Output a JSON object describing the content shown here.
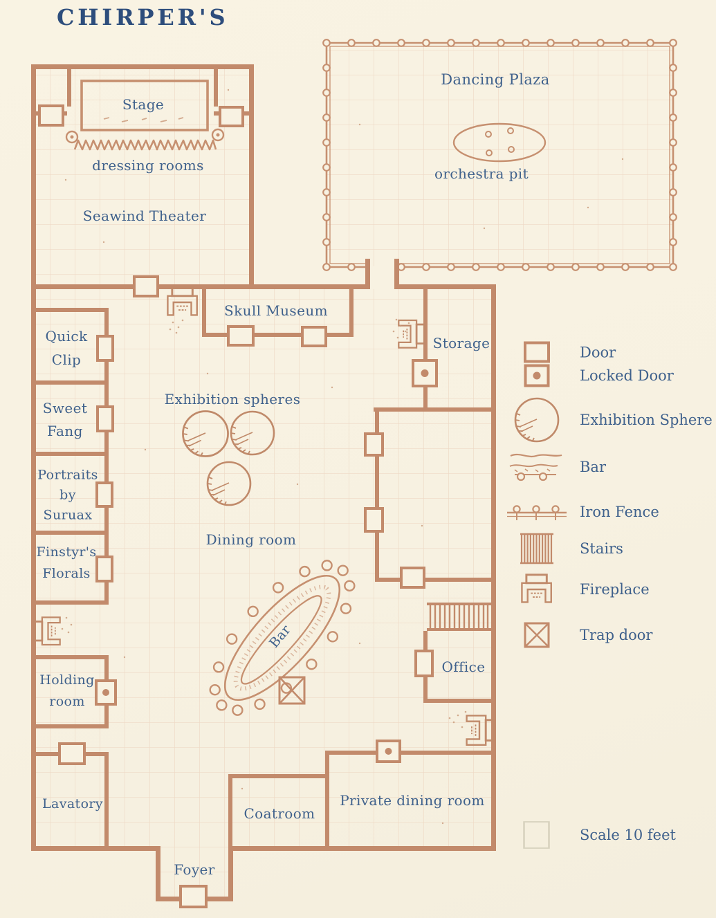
{
  "title": "CHIRPER'S",
  "rooms": {
    "stage": "Stage",
    "dressing_rooms": "dressing rooms",
    "seawind_theater": "Seawind Theater",
    "dancing_plaza": "Dancing Plaza",
    "orchestra_pit": "orchestra pit",
    "skull_museum": "Skull Museum",
    "storage": "Storage",
    "quick_clip": {
      "lines": [
        "Quick",
        "Clip"
      ]
    },
    "sweet_fang": {
      "lines": [
        "Sweet",
        "Fang"
      ]
    },
    "portraits_by_suruax": {
      "lines": [
        "Portraits",
        "by",
        "Suruax"
      ]
    },
    "finstyrs_florals": {
      "lines": [
        "Finstyr's",
        "Florals"
      ]
    },
    "exhibition_spheres": "Exhibition spheres",
    "dining_room": "Dining room",
    "bar": "Bar",
    "office": "Office",
    "holding_room": {
      "lines": [
        "Holding",
        "room"
      ]
    },
    "lavatory": "Lavatory",
    "coatroom": "Coatroom",
    "private_dining_room": "Private dining room",
    "foyer": "Foyer"
  },
  "legend": {
    "items": [
      {
        "icon": "door-icon",
        "label": "Door"
      },
      {
        "icon": "locked-door-icon",
        "label": "Locked Door"
      },
      {
        "icon": "exhibition-sphere-icon",
        "label": "Exhibition Sphere"
      },
      {
        "icon": "bar-icon",
        "label": "Bar"
      },
      {
        "icon": "iron-fence-icon",
        "label": "Iron Fence"
      },
      {
        "icon": "stairs-icon",
        "label": "Stairs"
      },
      {
        "icon": "fireplace-icon",
        "label": "Fireplace"
      },
      {
        "icon": "trap-door-icon",
        "label": "Trap door"
      }
    ],
    "scale_label": "Scale 10 feet"
  },
  "colors": {
    "background": "#f8f2e2",
    "wall": "#c28a6b",
    "line": "#c69070",
    "text": "#3f618c",
    "title": "#2d4d7c",
    "grid": "#eed9c5"
  }
}
